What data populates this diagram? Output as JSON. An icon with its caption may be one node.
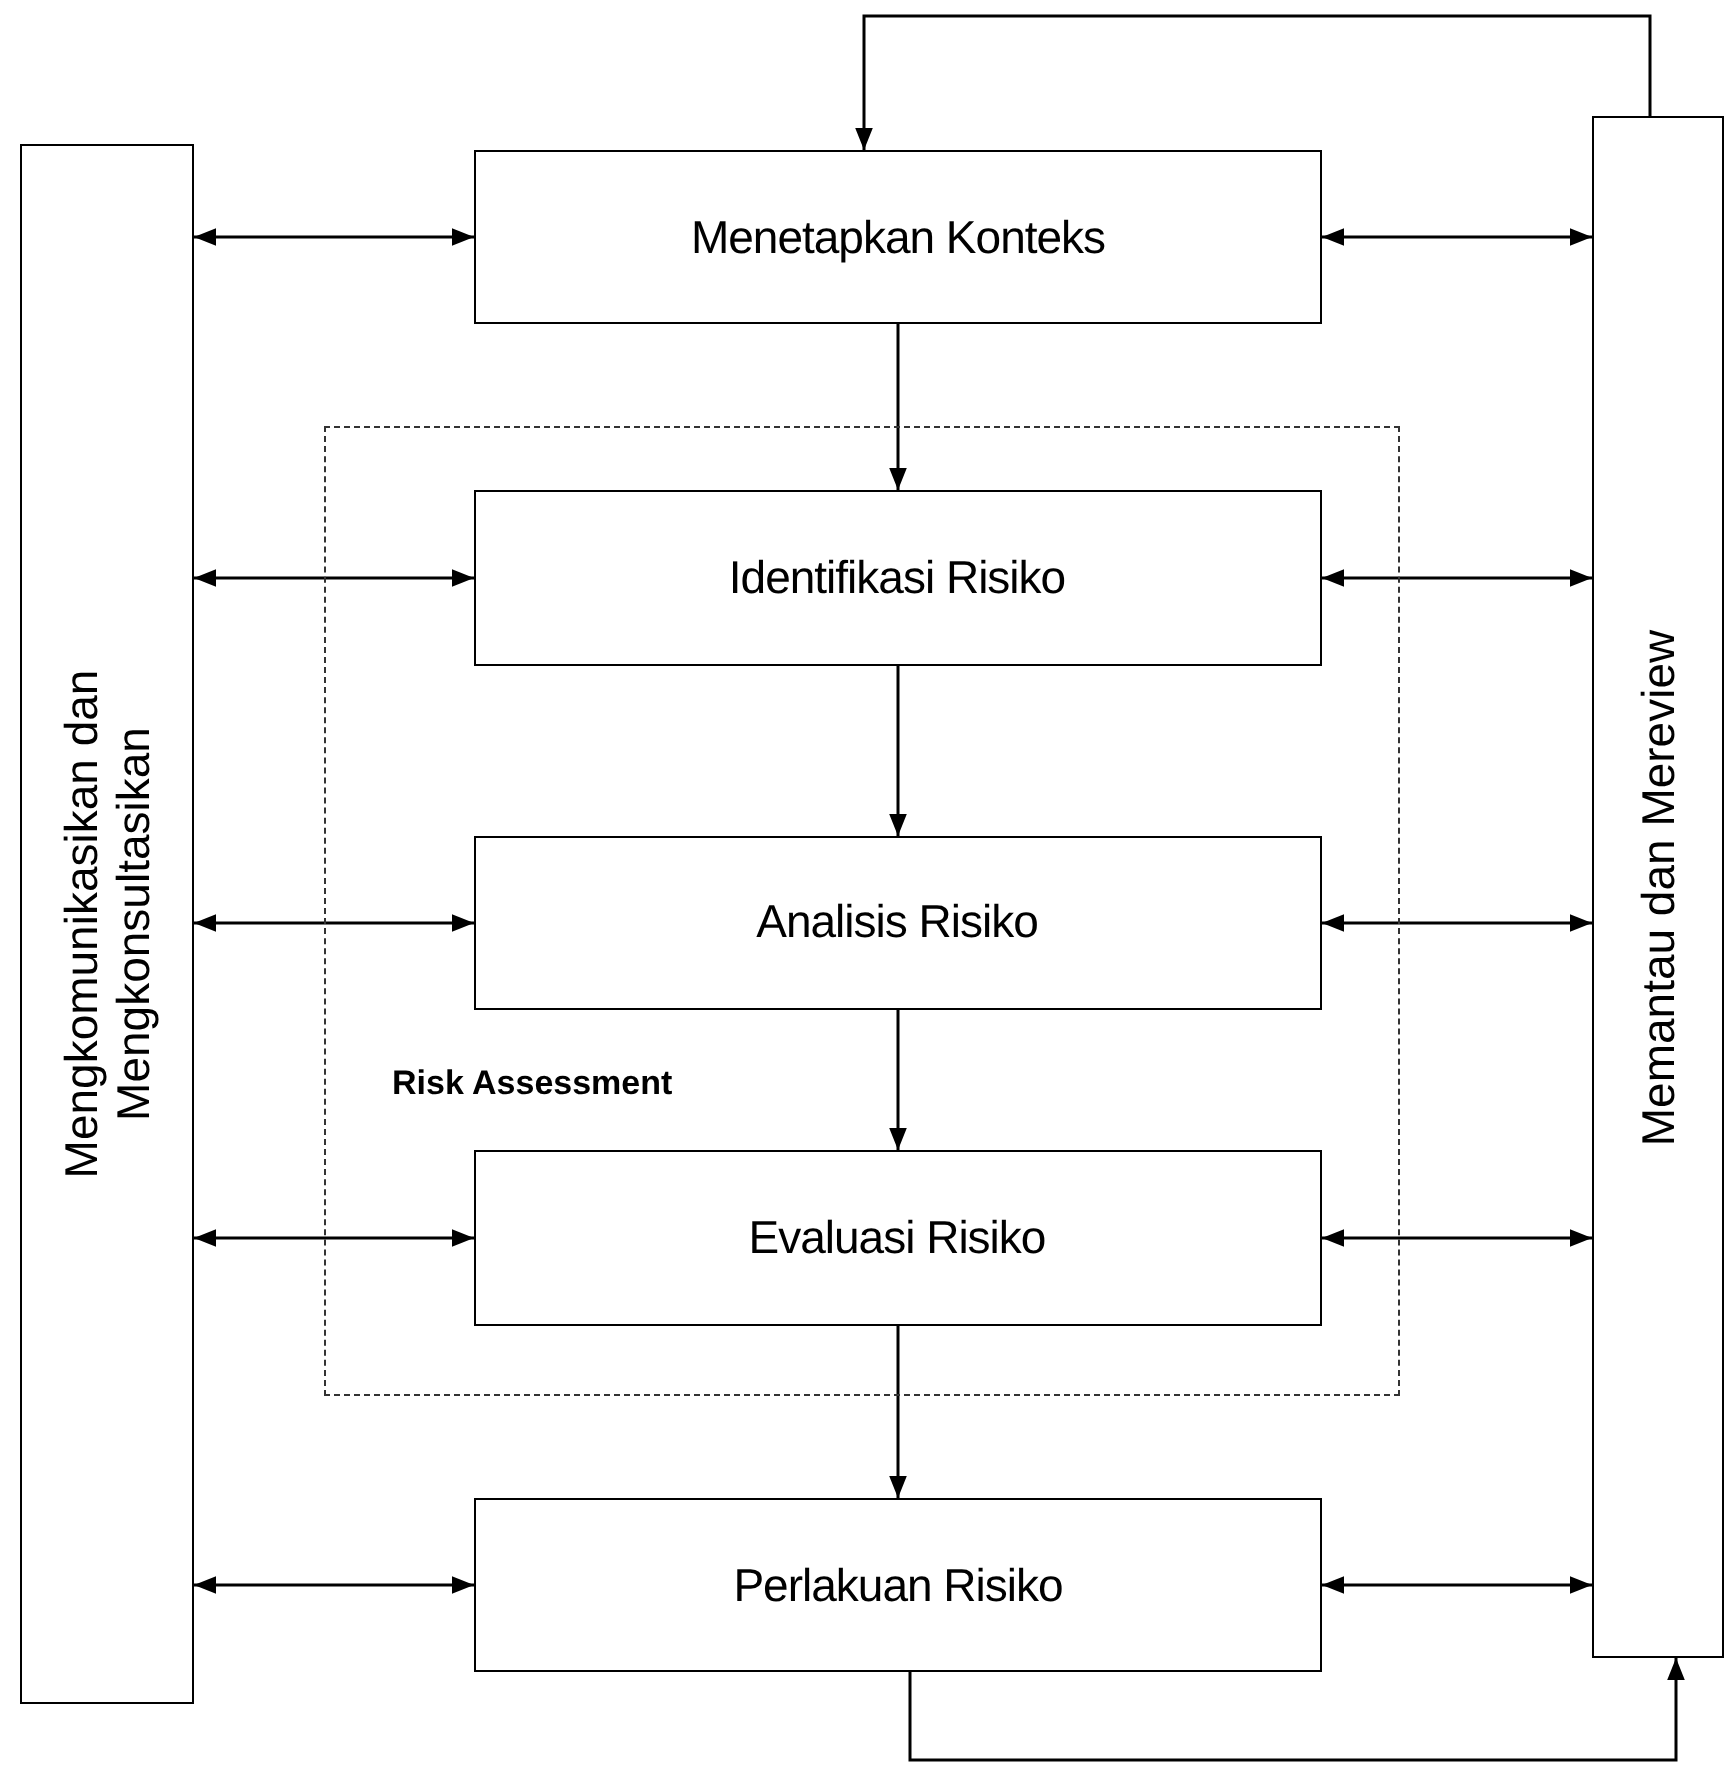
{
  "diagram": {
    "nodes": [
      {
        "text": [
          "Mengkomunikasikan dan Mengkonsultasikan"
        ]
      },
      {
        "text": [
          "Menetapkan Konteks"
        ]
      },
      {
        "text": [
          "Risk Assessment"
        ]
      },
      {
        "text": [
          "Identifikasi Risiko"
        ],
        "in": 2
      },
      {
        "text": [
          "Analisis Risiko"
        ],
        "in": 2
      },
      {
        "text": [
          "Evaluasi Risiko"
        ],
        "in": 2
      },
      {
        "text": [
          "Perlakuan Risiko"
        ]
      },
      {
        "text": [
          "Memantau dan Mereview"
        ]
      }
    ],
    "edges": [
      {
        "from": 0,
        "to": 1,
        "arrow": "both"
      },
      {
        "from": 1,
        "to": 7,
        "arrow": "both"
      },
      {
        "from": 1,
        "to": 3,
        "arrow": "to"
      },
      {
        "from": 0,
        "to": 3,
        "arrow": "both"
      },
      {
        "from": 3,
        "to": 7,
        "arrow": "both"
      },
      {
        "from": 3,
        "to": 4,
        "arrow": "to"
      },
      {
        "from": 0,
        "to": 4,
        "arrow": "both"
      },
      {
        "from": 4,
        "to": 7,
        "arrow": "both"
      },
      {
        "from": 4,
        "to": 5,
        "arrow": "to"
      },
      {
        "from": 0,
        "to": 5,
        "arrow": "both"
      },
      {
        "from": 5,
        "to": 7,
        "arrow": "both"
      },
      {
        "from": 5,
        "to": 6,
        "arrow": "to"
      },
      {
        "from": 0,
        "to": 6,
        "arrow": "both"
      },
      {
        "from": 6,
        "to": 7,
        "arrow": "both"
      },
      {
        "from": 7,
        "to": 1,
        "arrow": "to"
      },
      {
        "from": 6,
        "to": 7,
        "arrow": "to"
      }
    ]
  }
}
